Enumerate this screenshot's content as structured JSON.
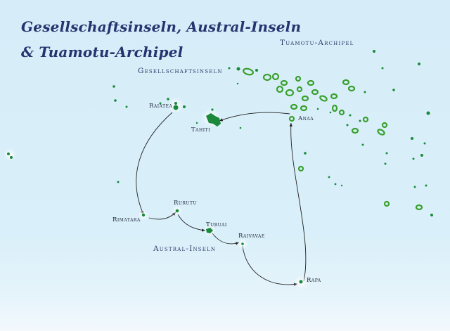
{
  "map": {
    "title_line1": "Gesellschaftsinseln, Austral-Inseln",
    "title_line2": "& Tuamotu-Archipel",
    "colors": {
      "ocean": "#d9eefa",
      "island_fill": "#1a8a3a",
      "atoll_ring": "#5dc23a",
      "route": "#222222",
      "title": "#27336e"
    },
    "regions": {
      "society": "Gesellschaftsinseln",
      "tuamotu": "Tuamotu-Archipel",
      "austral": "Austral-Inseln"
    },
    "places": {
      "raiatea": "Raiatea",
      "tahiti": "Tahiti",
      "anaa": "Anaa",
      "rimatara": "Rimatara",
      "rurutu": "Rurutu",
      "tubuai": "Tubuai",
      "raivavae": "Raivavae",
      "rapa": "Rapa"
    },
    "route_order": [
      "Raiatea",
      "Rimatara",
      "Rurutu",
      "Tubuai",
      "Raivavae",
      "Rapa",
      "Anaa",
      "Tahiti"
    ]
  }
}
